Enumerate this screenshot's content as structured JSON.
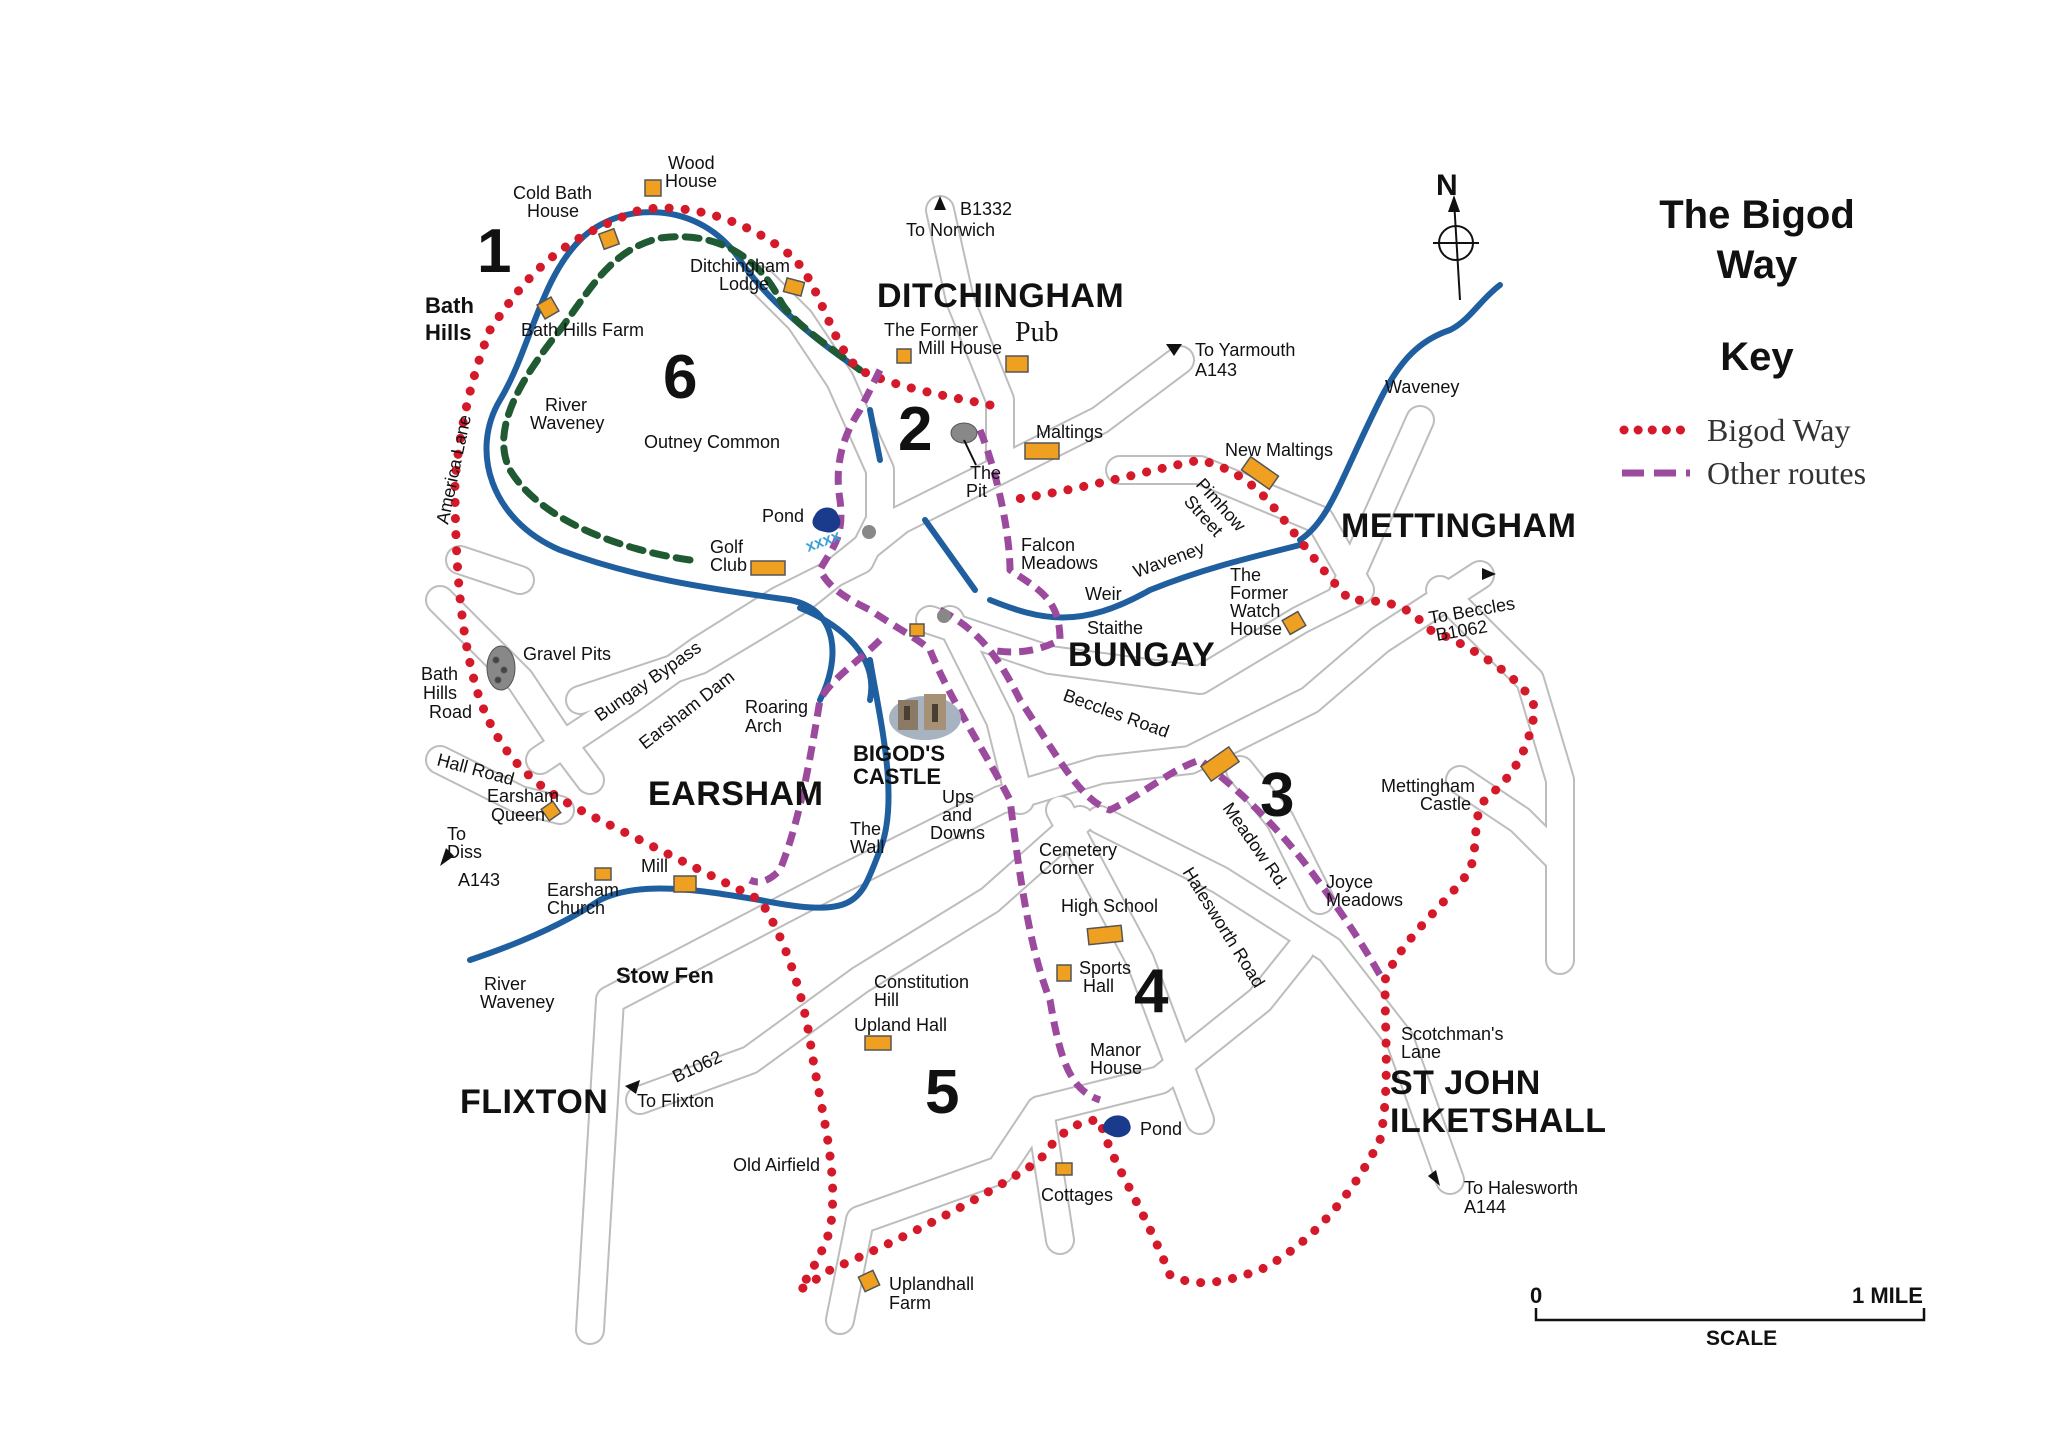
{
  "legend": {
    "title": "The Bigod Way",
    "key_heading": "Key",
    "items": [
      {
        "label": "Bigod Way",
        "color": "#d4192a",
        "style": "dotted"
      },
      {
        "label": "Other routes",
        "color": "#9b4a9d",
        "style": "dashed"
      }
    ]
  },
  "north_arrow": "N",
  "scale": {
    "start": "0",
    "end": "1 MILE",
    "label": "SCALE"
  },
  "colors": {
    "river": "#1f5fa0",
    "building": "#f0a020",
    "road_casing": "#bdbdbd",
    "path_green": "#1f5a32"
  },
  "towns": {
    "ditchingham": "DITCHINGHAM",
    "mettingham": "METTINGHAM",
    "bungay": "BUNGAY",
    "earsham": "EARSHAM",
    "flixton": "FLIXTON",
    "st_john_1": "ST JOHN",
    "st_john_2": "ILKETSHALL",
    "bigods_1": "BIGOD'S",
    "bigods_2": "CASTLE"
  },
  "section_numbers": [
    "1",
    "2",
    "3",
    "4",
    "5",
    "6"
  ],
  "places": {
    "bath_hills_1": "Bath",
    "bath_hills_2": "Hills",
    "cold_bath_1": "Cold Bath",
    "cold_bath_2": "House",
    "wood_house_1": "Wood",
    "wood_house_2": "House",
    "ditch_lodge_1": "Ditchingham",
    "ditch_lodge_2": "Lodge",
    "b1332": "B1332",
    "to_norwich": "To Norwich",
    "mill_house_1": "The Former",
    "mill_house_2": "Mill House",
    "pub": "Pub",
    "to_yarmouth": "To Yarmouth",
    "a143_top": "A143",
    "waveney_top": "Waveney",
    "bath_hills_farm": "Bath Hills Farm",
    "river_waveney_1a": "River",
    "river_waveney_1b": "Waveney",
    "outney_common": "Outney Common",
    "america_lane": "America Lane",
    "maltings": "Maltings",
    "new_maltings": "New Maltings",
    "the_pit_1": "The",
    "the_pit_2": "Pit",
    "pimhow_1": "Pimhow",
    "pimhow_2": "Street",
    "pond_top": "Pond",
    "golf_1": "Golf",
    "golf_2": "Club",
    "falcon_1": "Falcon",
    "falcon_2": "Meadows",
    "waveney_mid": "Waveney",
    "watch_1": "The",
    "watch_2": "Former",
    "watch_3": "Watch",
    "watch_4": "House",
    "weir": "Weir",
    "staithe": "Staithe",
    "to_beccles": "To Beccles",
    "b1062_right": "B1062",
    "gravel_pits": "Gravel Pits",
    "bath_road_1": "Bath",
    "bath_road_2": "Hills",
    "bath_road_3": "Road",
    "bungay_bypass": "Bungay Bypass",
    "earsham_dam": "Earsham Dam",
    "roaring_1": "Roaring",
    "roaring_2": "Arch",
    "beccles_road": "Beccles Road",
    "hall_road": "Hall Road",
    "earsham_queen_1": "Earsham",
    "earsham_queen_2": "Queen",
    "to_diss_1": "To",
    "to_diss_2": "Diss",
    "a143_left": "A143",
    "mill": "Mill",
    "earsham_church_1": "Earsham",
    "earsham_church_2": "Church",
    "the_wall_1": "The",
    "the_wall_2": "Wall",
    "ups_1": "Ups",
    "ups_2": "and",
    "ups_3": "Downs",
    "mett_castle_1": "Mettingham",
    "mett_castle_2": "Castle",
    "meadow_rd": "Meadow Rd.",
    "cemetery_1": "Cemetery",
    "cemetery_2": "Corner",
    "joyce_1": "Joyce",
    "joyce_2": "Meadows",
    "high_school": "High School",
    "halesworth_road": "Halesworth Road",
    "sports_1": "Sports",
    "sports_2": "Hall",
    "stow_fen": "Stow Fen",
    "river_waveney_2a": "River",
    "river_waveney_2b": "Waveney",
    "constitution_1": "Constitution",
    "constitution_2": "Hill",
    "upland_hall": "Upland Hall",
    "scotchman_1": "Scotchman's",
    "scotchman_2": "Lane",
    "b1062_left": "B1062",
    "to_flixton": "To Flixton",
    "manor_1": "Manor",
    "manor_2": "House",
    "pond_bottom": "Pond",
    "old_airfield": "Old Airfield",
    "cottages": "Cottages",
    "to_halesworth": "To Halesworth",
    "a144": "A144",
    "uplandhall_1": "Uplandhall",
    "uplandhall_2": "Farm"
  }
}
